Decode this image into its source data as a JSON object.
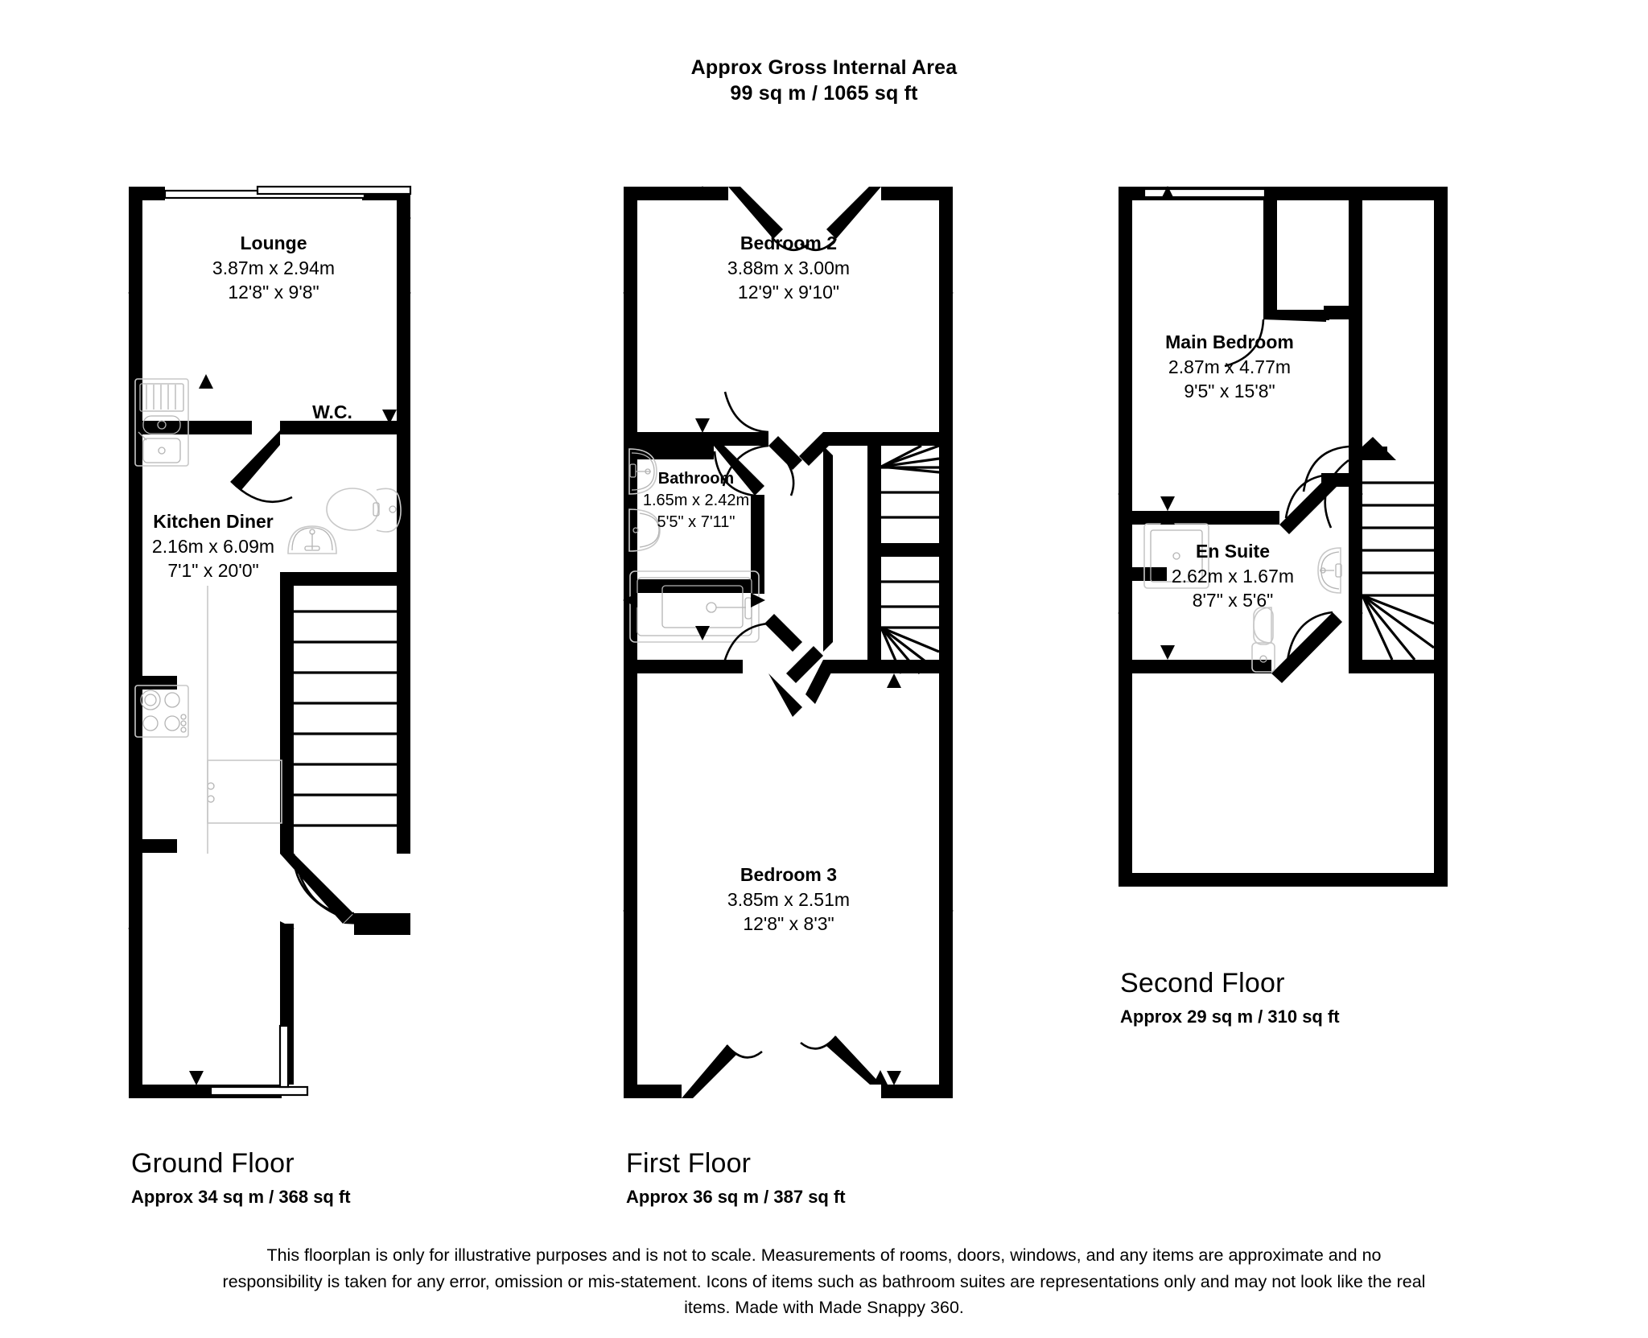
{
  "header": {
    "line1": "Approx Gross Internal Area",
    "line2": "99 sq m / 1065 sq ft"
  },
  "floors": [
    {
      "id": "ground",
      "title": "Ground Floor",
      "area": "Approx 34 sq m / 368 sq ft",
      "rooms": [
        {
          "name": "Lounge",
          "dim_m": "3.87m x 2.94m",
          "dim_ft": "12'8\" x 9'8\""
        },
        {
          "name": "W.C.",
          "dim_m": "",
          "dim_ft": ""
        },
        {
          "name": "Kitchen Diner",
          "dim_m": "2.16m x 6.09m",
          "dim_ft": "7'1\" x 20'0\""
        }
      ],
      "fixtures": [
        "sink-icon",
        "hob-icon",
        "toilet-icon",
        "basin-icon",
        "staircase-icon"
      ]
    },
    {
      "id": "first",
      "title": "First Floor",
      "area": "Approx 36 sq m / 387 sq ft",
      "rooms": [
        {
          "name": "Bedroom 2",
          "dim_m": "3.88m x 3.00m",
          "dim_ft": "12'9\" x 9'10\""
        },
        {
          "name": "Bathroom",
          "dim_m": "1.65m x 2.42m",
          "dim_ft": "5'5\" x 7'11\""
        },
        {
          "name": "Bedroom 3",
          "dim_m": "3.85m x 2.51m",
          "dim_ft": "12'8\" x 8'3\""
        }
      ],
      "fixtures": [
        "basin-icon",
        "toilet-icon",
        "bathtub-icon",
        "staircase-icon"
      ]
    },
    {
      "id": "second",
      "title": "Second Floor",
      "area": "Approx 29 sq m / 310 sq ft",
      "rooms": [
        {
          "name": "Main Bedroom",
          "dim_m": "2.87m x 4.77m",
          "dim_ft": "9'5\" x 15'8\""
        },
        {
          "name": "En Suite",
          "dim_m": "2.62m x 1.67m",
          "dim_ft": "8'7\" x 5'6\""
        }
      ],
      "fixtures": [
        "shower-tray-icon",
        "basin-icon",
        "toilet-icon",
        "staircase-icon"
      ]
    }
  ],
  "disclaimer": "This floorplan is only for illustrative purposes and is not to scale. Measurements of rooms, doors, windows, and any items are approximate and no responsibility is taken for any error, omission or mis-statement. Icons of items such as bathroom suites are representations only and may not look like the real items. Made with Made Snappy 360.",
  "colors": {
    "wall": "#000000",
    "background": "#ffffff",
    "fixture_stroke": "#c8c8c8"
  }
}
